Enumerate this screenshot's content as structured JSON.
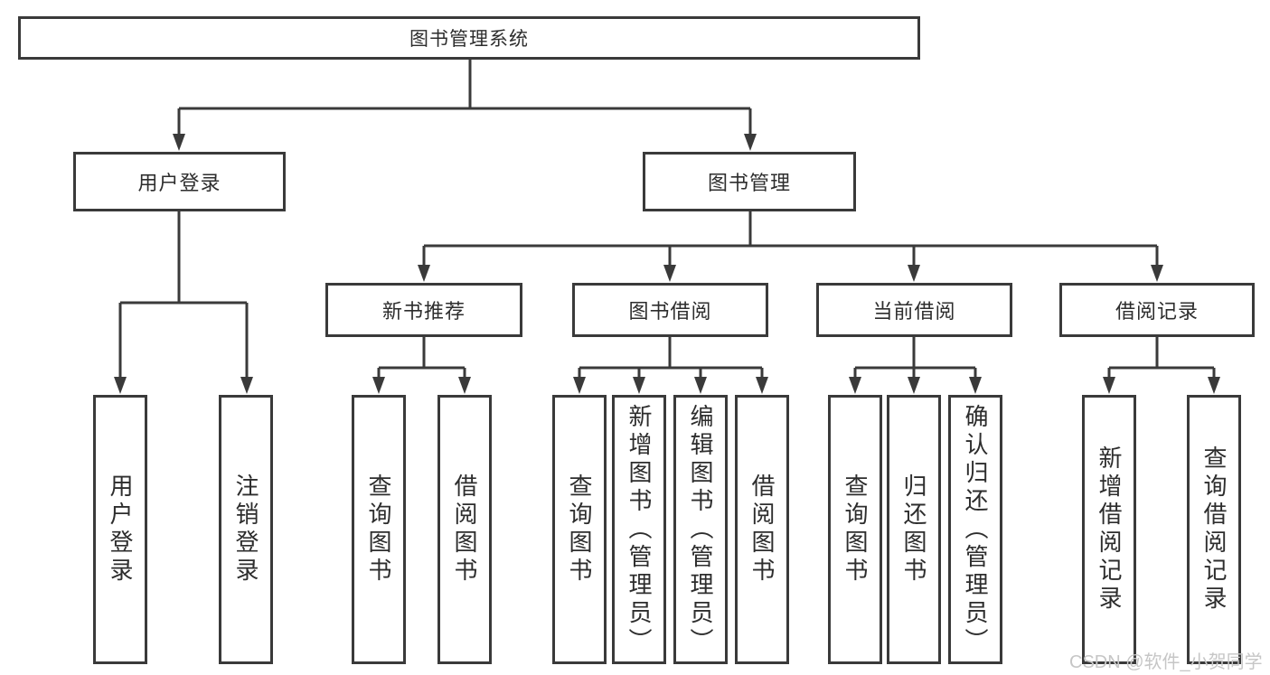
{
  "colors": {
    "line": "#3a3a3a",
    "text": "#2d2d2d",
    "background": "#ffffff",
    "watermark": "#c6c6c6"
  },
  "diagram": {
    "root": {
      "label": "图书管理系统"
    },
    "branches": [
      {
        "label": "用户登录",
        "children": [
          {
            "label": "用户登录"
          },
          {
            "label": "注销登录"
          }
        ]
      },
      {
        "label": "图书管理",
        "children": [
          {
            "label": "新书推荐",
            "children": [
              {
                "label": "查询图书"
              },
              {
                "label": "借阅图书"
              }
            ]
          },
          {
            "label": "图书借阅",
            "children": [
              {
                "label": "查询图书"
              },
              {
                "label": "新增图书（管理员）"
              },
              {
                "label": "编辑图书（管理员）"
              },
              {
                "label": "借阅图书"
              }
            ]
          },
          {
            "label": "当前借阅",
            "children": [
              {
                "label": "查询图书"
              },
              {
                "label": "归还图书"
              },
              {
                "label": "确认归还（管理员）"
              }
            ]
          },
          {
            "label": "借阅记录",
            "children": [
              {
                "label": "新增借阅记录"
              },
              {
                "label": "查询借阅记录"
              }
            ]
          }
        ]
      }
    ]
  },
  "watermark": {
    "text": "CSDN @软件_小贺同学"
  }
}
